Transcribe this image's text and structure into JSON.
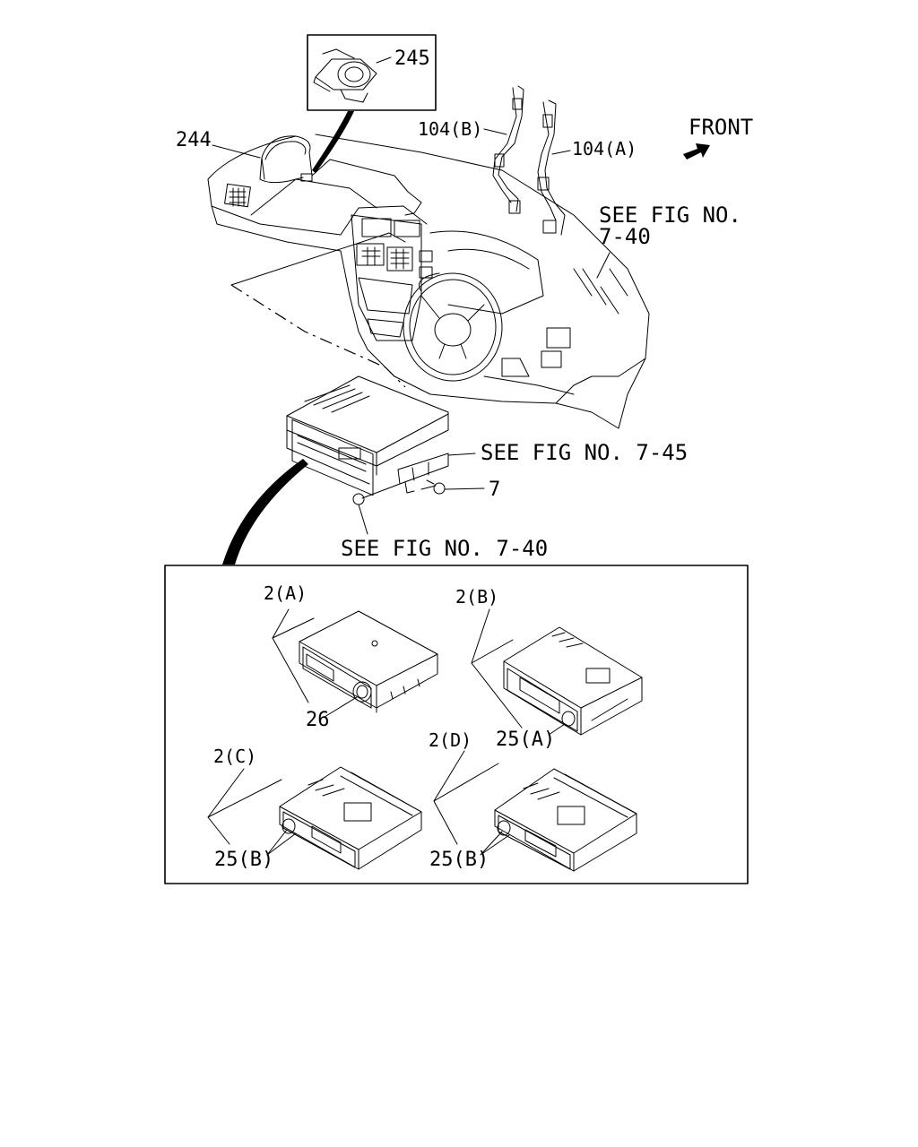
{
  "labels": {
    "l245": "245",
    "l244": "244",
    "l104b": "104(B)",
    "l104a": "104(A)",
    "front": "FRONT",
    "see_fig_1": "SEE FIG NO.",
    "see_fig_1b": "7-40",
    "see_fig_745": "SEE FIG NO. 7-45",
    "l7": "7",
    "see_fig_740": "SEE FIG NO. 7-40",
    "l2a": "2(A)",
    "l26": "26",
    "l2b": "2(B)",
    "l25a": "25(A)",
    "l2c": "2(C)",
    "l25b_left": "25(B)",
    "l2d": "2(D)",
    "l25b_right": "25(B)"
  },
  "colors": {
    "ink": "#000000",
    "paper": "#ffffff"
  }
}
